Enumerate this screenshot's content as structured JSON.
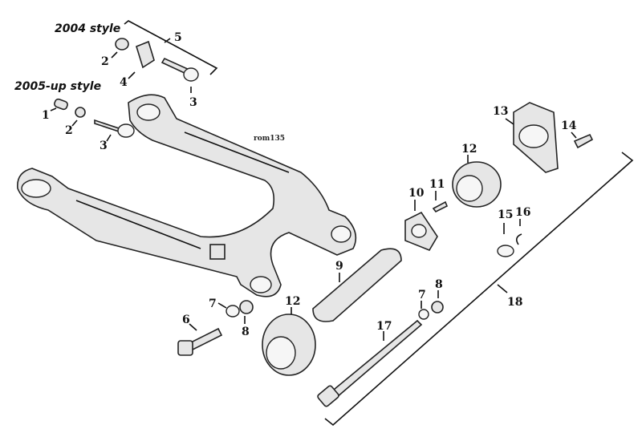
{
  "diagram": {
    "code": "rom135",
    "style_labels": {
      "style_2004": "2004 style",
      "style_2005": "2005-up style"
    },
    "callouts": {
      "c1": "1",
      "c2a": "2",
      "c2b": "2",
      "c3a": "3",
      "c3b": "3",
      "c4": "4",
      "c5": "5",
      "c6": "6",
      "c7a": "7",
      "c7b": "7",
      "c8a": "8",
      "c8b": "8",
      "c9": "9",
      "c10": "10",
      "c11": "11",
      "c12a": "12",
      "c12b": "12",
      "c13": "13",
      "c14": "14",
      "c15": "15",
      "c16": "16",
      "c17": "17",
      "c18": "18"
    }
  }
}
